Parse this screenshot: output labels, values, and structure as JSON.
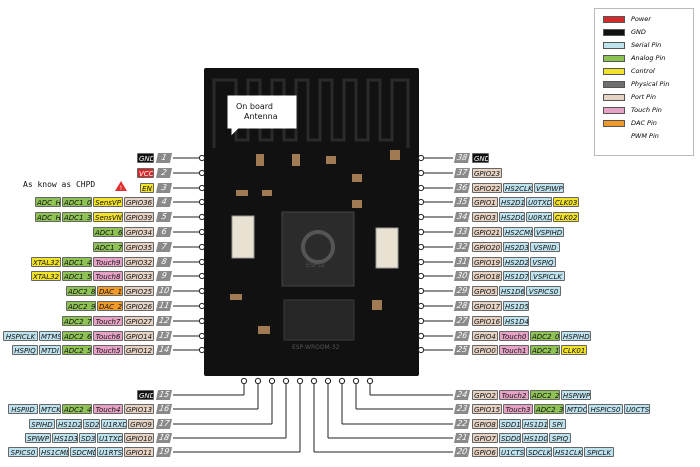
{
  "colors": {
    "power": "#d42a2a",
    "gnd": "#111111",
    "serial": "#bfe3ee",
    "analog": "#8ec255",
    "control": "#f2e22a",
    "physical": "#6f6f6f",
    "port": "#e7d3c4",
    "touch": "#e7a3c6",
    "dac": "#f09a2a",
    "num": "#8a8a8a",
    "board": "#111111"
  },
  "legend": [
    {
      "label": "Power",
      "type": "power"
    },
    {
      "label": "GND",
      "type": "gnd"
    },
    {
      "label": "Serial Pin",
      "type": "serial"
    },
    {
      "label": "Analog Pin",
      "type": "analog"
    },
    {
      "label": "Control",
      "type": "control"
    },
    {
      "label": "Physical Pin",
      "type": "physical"
    },
    {
      "label": "Port Pin",
      "type": "port"
    },
    {
      "label": "Touch Pin",
      "type": "touch"
    },
    {
      "label": "DAC Pin",
      "type": "dac"
    },
    {
      "label": "PWM Pin",
      "type": "pwm"
    }
  ],
  "antenna_label": [
    "On board",
    "Antenna"
  ],
  "chpd_note": "As know as CHPD",
  "module_marking": [
    "ESP32",
    "ESP-WROOM-32"
  ],
  "left_pins": [
    {
      "num": "1",
      "tags": [
        {
          "t": "GND",
          "k": "gnd"
        }
      ]
    },
    {
      "num": "2",
      "tags": [
        {
          "t": "VCC",
          "k": "power"
        }
      ]
    },
    {
      "num": "3",
      "tags": [
        {
          "t": "EN",
          "k": "control"
        }
      ]
    },
    {
      "num": "4",
      "tags": [
        {
          "t": "ADC_H",
          "k": "analog"
        },
        {
          "t": "ADC1_0",
          "k": "analog"
        },
        {
          "t": "SensVP",
          "k": "control"
        },
        {
          "t": "GPIO36",
          "k": "port"
        }
      ]
    },
    {
      "num": "5",
      "tags": [
        {
          "t": "ADC_H",
          "k": "analog"
        },
        {
          "t": "ADC1_3",
          "k": "analog"
        },
        {
          "t": "SensVN",
          "k": "control"
        },
        {
          "t": "GPIO39",
          "k": "port"
        }
      ]
    },
    {
      "num": "6",
      "tags": [
        {
          "t": "ADC1_6",
          "k": "analog"
        },
        {
          "t": "GPIO34",
          "k": "port"
        }
      ]
    },
    {
      "num": "7",
      "tags": [
        {
          "t": "ADC1_7",
          "k": "analog"
        },
        {
          "t": "GPIO35",
          "k": "port"
        }
      ]
    },
    {
      "num": "8",
      "tags": [
        {
          "t": "XTAL32",
          "k": "control"
        },
        {
          "t": "ADC1_4",
          "k": "analog"
        },
        {
          "t": "Touch9",
          "k": "touch"
        },
        {
          "t": "GPIO32",
          "k": "port"
        }
      ]
    },
    {
      "num": "9",
      "tags": [
        {
          "t": "XTAL32",
          "k": "control"
        },
        {
          "t": "ADC1_5",
          "k": "analog"
        },
        {
          "t": "Touch8",
          "k": "touch"
        },
        {
          "t": "GPIO33",
          "k": "port"
        }
      ]
    },
    {
      "num": "10",
      "tags": [
        {
          "t": "ADC2_8",
          "k": "analog"
        },
        {
          "t": "DAC_1",
          "k": "dac"
        },
        {
          "t": "GPIO25",
          "k": "port"
        }
      ]
    },
    {
      "num": "11",
      "tags": [
        {
          "t": "ADC2_9",
          "k": "analog"
        },
        {
          "t": "DAC_2",
          "k": "dac"
        },
        {
          "t": "GPIO26",
          "k": "port"
        }
      ]
    },
    {
      "num": "12",
      "tags": [
        {
          "t": "ADC2_7",
          "k": "analog"
        },
        {
          "t": "Touch7",
          "k": "touch"
        },
        {
          "t": "GPIO27",
          "k": "port"
        }
      ]
    },
    {
      "num": "13",
      "tags": [
        {
          "t": "HSPICLK",
          "k": "serial"
        },
        {
          "t": "MTMS",
          "k": "serial"
        },
        {
          "t": "ADC2_6",
          "k": "analog"
        },
        {
          "t": "Touch6",
          "k": "touch"
        },
        {
          "t": "GPIO14",
          "k": "port"
        }
      ]
    },
    {
      "num": "14",
      "tags": [
        {
          "t": "HSPIQ",
          "k": "serial"
        },
        {
          "t": "MTDI",
          "k": "serial"
        },
        {
          "t": "ADC2_5",
          "k": "analog"
        },
        {
          "t": "Touch5",
          "k": "touch"
        },
        {
          "t": "GPIO12",
          "k": "port"
        }
      ]
    }
  ],
  "right_pins": [
    {
      "num": "38",
      "tags": [
        {
          "t": "GND",
          "k": "gnd"
        }
      ]
    },
    {
      "num": "37",
      "tags": [
        {
          "t": "GPIO23",
          "k": "port"
        }
      ]
    },
    {
      "num": "36",
      "tags": [
        {
          "t": "GPIO22",
          "k": "port"
        },
        {
          "t": "HS2CLK",
          "k": "serial"
        },
        {
          "t": "VSPIWP",
          "k": "serial"
        }
      ]
    },
    {
      "num": "35",
      "tags": [
        {
          "t": "GPIO1",
          "k": "port"
        },
        {
          "t": "HS2D1",
          "k": "serial"
        },
        {
          "t": "U0TXD",
          "k": "serial"
        },
        {
          "t": "CLK03",
          "k": "control"
        }
      ]
    },
    {
      "num": "34",
      "tags": [
        {
          "t": "GPIO3",
          "k": "port"
        },
        {
          "t": "HS2D0",
          "k": "serial"
        },
        {
          "t": "U0RXD",
          "k": "serial"
        },
        {
          "t": "CLK02",
          "k": "control"
        }
      ]
    },
    {
      "num": "33",
      "tags": [
        {
          "t": "GPIO21",
          "k": "port"
        },
        {
          "t": "HS2CMD",
          "k": "serial"
        },
        {
          "t": "VSPIHD",
          "k": "serial"
        }
      ]
    },
    {
      "num": "32",
      "tags": [
        {
          "t": "GPIO20",
          "k": "port"
        },
        {
          "t": "HS2D3",
          "k": "serial"
        },
        {
          "t": "VSPIID",
          "k": "serial"
        }
      ]
    },
    {
      "num": "31",
      "tags": [
        {
          "t": "GPIO19",
          "k": "port"
        },
        {
          "t": "HS2D2",
          "k": "serial"
        },
        {
          "t": "VSPIQ",
          "k": "serial"
        }
      ]
    },
    {
      "num": "30",
      "tags": [
        {
          "t": "GPIO18",
          "k": "port"
        },
        {
          "t": "HS1D7",
          "k": "serial"
        },
        {
          "t": "VSPICLK",
          "k": "serial"
        }
      ]
    },
    {
      "num": "29",
      "tags": [
        {
          "t": "GPIO5",
          "k": "port"
        },
        {
          "t": "HS1D6",
          "k": "serial"
        },
        {
          "t": "VSPICS0",
          "k": "serial"
        }
      ]
    },
    {
      "num": "28",
      "tags": [
        {
          "t": "GPIO17",
          "k": "port"
        },
        {
          "t": "HS1D5",
          "k": "serial"
        }
      ]
    },
    {
      "num": "27",
      "tags": [
        {
          "t": "GPIO16",
          "k": "port"
        },
        {
          "t": "HS1D4",
          "k": "serial"
        }
      ]
    },
    {
      "num": "26",
      "tags": [
        {
          "t": "GPIO4",
          "k": "port"
        },
        {
          "t": "Touch0",
          "k": "touch"
        },
        {
          "t": "ADC2_0",
          "k": "analog"
        },
        {
          "t": "HSPIHD",
          "k": "serial"
        }
      ]
    },
    {
      "num": "25",
      "tags": [
        {
          "t": "GPIO0",
          "k": "port"
        },
        {
          "t": "Touch1",
          "k": "touch"
        },
        {
          "t": "ADC2_1",
          "k": "analog"
        },
        {
          "t": "CLK01",
          "k": "control"
        }
      ]
    }
  ],
  "bottom_left_pins": [
    {
      "num": "15",
      "tags": [
        {
          "t": "GND",
          "k": "gnd"
        }
      ]
    },
    {
      "num": "16",
      "tags": [
        {
          "t": "HSPIID",
          "k": "serial"
        },
        {
          "t": "MTCK",
          "k": "serial"
        },
        {
          "t": "ADC2_4",
          "k": "analog"
        },
        {
          "t": "Touch4",
          "k": "touch"
        },
        {
          "t": "GPIO13",
          "k": "port"
        }
      ]
    },
    {
      "num": "17",
      "tags": [
        {
          "t": "SPIHD",
          "k": "serial"
        },
        {
          "t": "HS1D2",
          "k": "serial"
        },
        {
          "t": "SD2",
          "k": "serial"
        },
        {
          "t": "U1RXD",
          "k": "serial"
        },
        {
          "t": "GPIO9",
          "k": "port"
        }
      ]
    },
    {
      "num": "18",
      "tags": [
        {
          "t": "SPIWP",
          "k": "serial"
        },
        {
          "t": "HS1D3",
          "k": "serial"
        },
        {
          "t": "SD3",
          "k": "serial"
        },
        {
          "t": "U1TXD",
          "k": "serial"
        },
        {
          "t": "GPIO10",
          "k": "port"
        }
      ]
    },
    {
      "num": "19",
      "tags": [
        {
          "t": "SPICS0",
          "k": "serial"
        },
        {
          "t": "HS1CMD",
          "k": "serial"
        },
        {
          "t": "SDCMD",
          "k": "serial"
        },
        {
          "t": "U1RTS",
          "k": "serial"
        },
        {
          "t": "GPIO11",
          "k": "port"
        }
      ]
    }
  ],
  "bottom_right_pins": [
    {
      "num": "24",
      "tags": [
        {
          "t": "GPIO2",
          "k": "port"
        },
        {
          "t": "Touch2",
          "k": "touch"
        },
        {
          "t": "ADC2_2",
          "k": "analog"
        },
        {
          "t": "HSPIWP",
          "k": "serial"
        }
      ]
    },
    {
      "num": "23",
      "tags": [
        {
          "t": "GPIO15",
          "k": "port"
        },
        {
          "t": "Touch3",
          "k": "touch"
        },
        {
          "t": "ADC2_3",
          "k": "analog"
        },
        {
          "t": "MTDO",
          "k": "serial"
        },
        {
          "t": "HSPICS0",
          "k": "serial"
        },
        {
          "t": "U0CTS",
          "k": "serial"
        }
      ]
    },
    {
      "num": "22",
      "tags": [
        {
          "t": "GPIO8",
          "k": "port"
        },
        {
          "t": "SDD1",
          "k": "serial"
        },
        {
          "t": "HS1D1",
          "k": "serial"
        },
        {
          "t": "SPI",
          "k": "serial"
        }
      ]
    },
    {
      "num": "21",
      "tags": [
        {
          "t": "GPIO7",
          "k": "port"
        },
        {
          "t": "SDD0",
          "k": "serial"
        },
        {
          "t": "HS1D0",
          "k": "serial"
        },
        {
          "t": "SPIQ",
          "k": "serial"
        }
      ]
    },
    {
      "num": "20",
      "tags": [
        {
          "t": "GPIO6",
          "k": "port"
        },
        {
          "t": "U1CTS",
          "k": "serial"
        },
        {
          "t": "SDCLK",
          "k": "serial"
        },
        {
          "t": "HS1CLK",
          "k": "serial"
        },
        {
          "t": "SPICLK",
          "k": "serial"
        }
      ]
    }
  ]
}
